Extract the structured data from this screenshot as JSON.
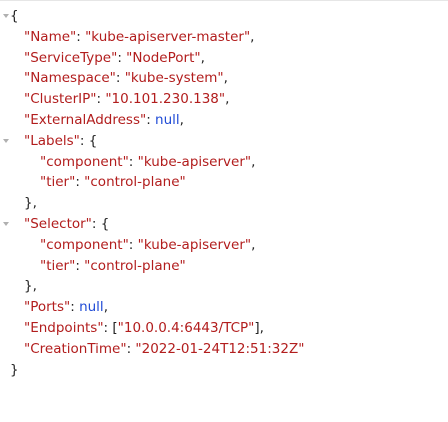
{
  "json_view": {
    "open_brace": "{",
    "close_brace": "}",
    "name_key": "\"Name\"",
    "name_val": "\"kube-apiserver-master\"",
    "servicetype_key": "\"ServiceType\"",
    "servicetype_val": "\"NodePort\"",
    "namespace_key": "\"Namespace\"",
    "namespace_val": "\"kube-system\"",
    "clusterip_key": "\"ClusterIP\"",
    "clusterip_val": "\"10.101.230.138\"",
    "externaladdress_key": "\"ExternalAddress\"",
    "externaladdress_val": "null",
    "labels_key": "\"Labels\"",
    "labels_component_key": "\"component\"",
    "labels_component_val": "\"kube-apiserver\"",
    "labels_tier_key": "\"tier\"",
    "labels_tier_val": "\"control-plane\"",
    "selector_key": "\"Selector\"",
    "selector_component_key": "\"component\"",
    "selector_component_val": "\"kube-apiserver\"",
    "selector_tier_key": "\"tier\"",
    "selector_tier_val": "\"control-plane\"",
    "ports_key": "\"Ports\"",
    "ports_val": "null",
    "endpoints_key": "\"Endpoints\"",
    "endpoints_item": "\"10.0.0.4:6443/TCP\"",
    "creationtime_key": "\"CreationTime\"",
    "creationtime_val": "\"2022-01-24T12:51:32Z\""
  },
  "colors": {
    "key": "#b21d1d",
    "string": "#b21d1d",
    "null": "#1f4bd6",
    "punctuation": "#222222"
  },
  "icons": {
    "fold_toggle": "triangle-down-icon"
  }
}
